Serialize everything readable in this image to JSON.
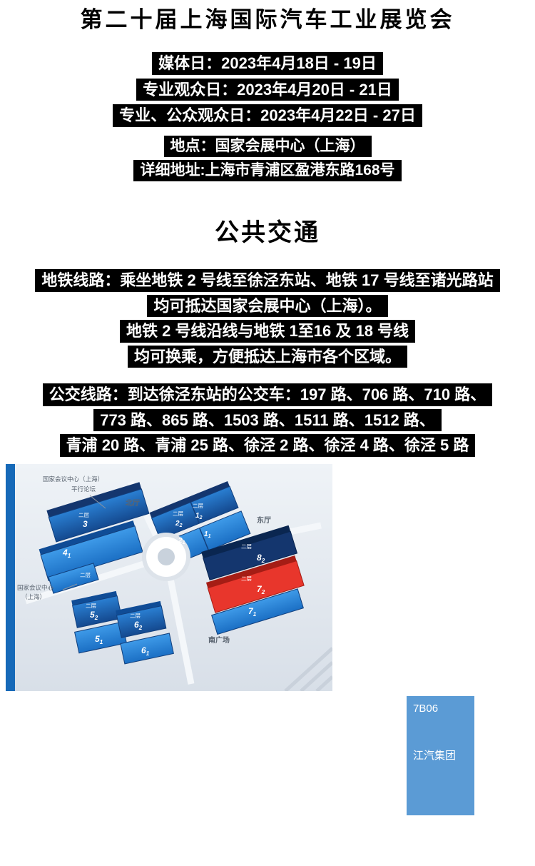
{
  "header": {
    "title": "第二十届上海国际汽车工业展览会"
  },
  "schedule": {
    "media_day": "媒体日：2023年4月18日 - 19日",
    "trade_days": "专业观众日：2023年4月20日 - 21日",
    "public_days": "专业、公众观众日：2023年4月22日 - 27日"
  },
  "venue": {
    "location": "地点：国家会展中心（上海）",
    "address": "详细地址:上海市青浦区盈港东路168号"
  },
  "transport": {
    "heading": "公共交通",
    "metro": {
      "line1": "地铁线路：乘坐地铁 2 号线至徐泾东站、地铁 17 号线至诸光路站",
      "line2": "均可抵达国家会展中心（上海）。",
      "line3": "地铁 2 号线沿线与地铁 1至16 及 18 号线",
      "line4": "均可换乘，方便抵达上海市各个区域。"
    },
    "bus": {
      "line1": "公交线路：到达徐泾东站的公交车：197 路、706 路、710 路、",
      "line2": "773 路、865 路、1503 路、1511 路、1512 路、",
      "line3": "青浦 20 路、青浦 25 路、徐泾 2 路、徐泾 4 路、徐泾 5 路"
    }
  },
  "map": {
    "floor_badge": "二层",
    "labels": {
      "conference_center_top": "国家会议中心（上海）",
      "parallel_forum": "平行论坛",
      "north_hall": "北厅",
      "east_hall": "东厅",
      "south_plaza": "南广场",
      "conference_center_left_1": "国家会议中心",
      "conference_center_left_2": "（上海）"
    },
    "halls": {
      "h3": {
        "main": "3",
        "sub": ""
      },
      "h41": {
        "main": "4",
        "sub": "1"
      },
      "h22": {
        "main": "2",
        "sub": "2"
      },
      "h12": {
        "main": "1",
        "sub": "2"
      },
      "h21": {
        "main": "2",
        "sub": "1"
      },
      "h11": {
        "main": "1",
        "sub": "1"
      },
      "h82": {
        "main": "8",
        "sub": "2"
      },
      "h72": {
        "main": "7",
        "sub": "2"
      },
      "h71": {
        "main": "7",
        "sub": "1"
      },
      "h52": {
        "main": "5",
        "sub": "2"
      },
      "h51": {
        "main": "5",
        "sub": "1"
      },
      "h62": {
        "main": "6",
        "sub": "2"
      },
      "h61": {
        "main": "6",
        "sub": "1"
      }
    }
  },
  "booth": {
    "number": "7B06",
    "company": "江汽集团"
  },
  "colors": {
    "text_highlight_bg": "#000000",
    "text_highlight_fg": "#ffffff",
    "booth_box": "#5b9bd5",
    "map_highlight_hall": "#e8362c",
    "map_hall_blue": "#2e8de0",
    "map_bar_blue": "#1669b8"
  }
}
